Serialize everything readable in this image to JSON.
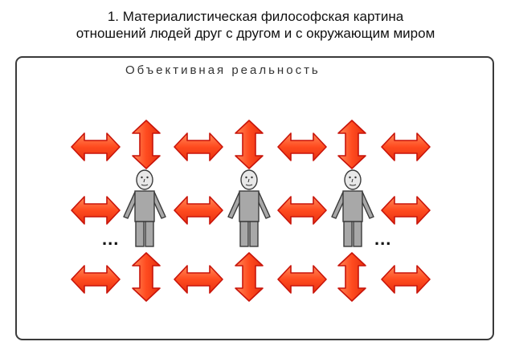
{
  "title": {
    "line1": "1. Материалистическая философская картина",
    "line2": "отношений людей друг с другом и с окружающим миром"
  },
  "frame": {
    "label": "Объективная реальность"
  },
  "ellipsis": {
    "left": "...",
    "right": "..."
  },
  "colors": {
    "arrow_fill": "#ff4b1f",
    "arrow_stroke": "#c8140a",
    "person_fill": "#a8a8a8",
    "person_stroke": "#3a3a3a"
  }
}
